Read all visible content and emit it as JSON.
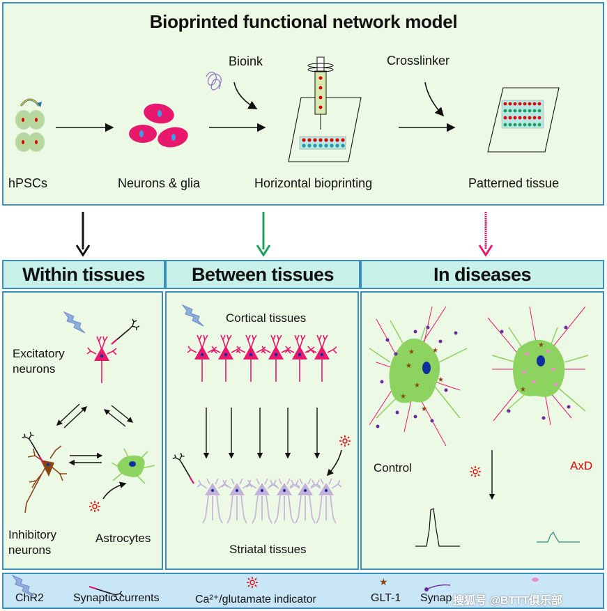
{
  "top": {
    "title": "Bioprinted functional network model",
    "bioink": "Bioink",
    "crosslinker": "Crosslinker",
    "steps": [
      "hPSCs",
      "Neurons & glia",
      "Horizontal bioprinting",
      "Patterned tissue"
    ]
  },
  "sections": {
    "within": {
      "title": "Within tissues",
      "excitatory": "Excitatory\nneurons",
      "inhibitory": "Inhibitory\nneurons",
      "astrocytes": "Astrocytes"
    },
    "between": {
      "title": "Between tissues",
      "cortical": "Cortical tissues",
      "striatal": "Striatal tissues"
    },
    "diseases": {
      "title": "In diseases",
      "control": "Control",
      "axd": "AxD"
    }
  },
  "legend": {
    "chr2": "ChR2",
    "synaptic_currents": "Synaptic currents",
    "indicator": "Ca²⁺/glutamate indicator",
    "glt1": "GLT-1",
    "synapsin": "Synap",
    "watermark": "搜狐号 @BTTT俱乐部"
  },
  "colors": {
    "panel_fill": "#ecf9e4",
    "panel_border": "#3a8fc1",
    "header_fill": "#c6f0e8",
    "legend_fill": "#c9e6f6",
    "excitatory": "#e8186d",
    "inhibitory": "#8b4513",
    "astrocyte": "#8dd35f",
    "striatal": "#c4b0d8",
    "arrow_green": "#1aa05a",
    "arrow_pink": "#e8186d",
    "axd_red": "#e00000"
  }
}
